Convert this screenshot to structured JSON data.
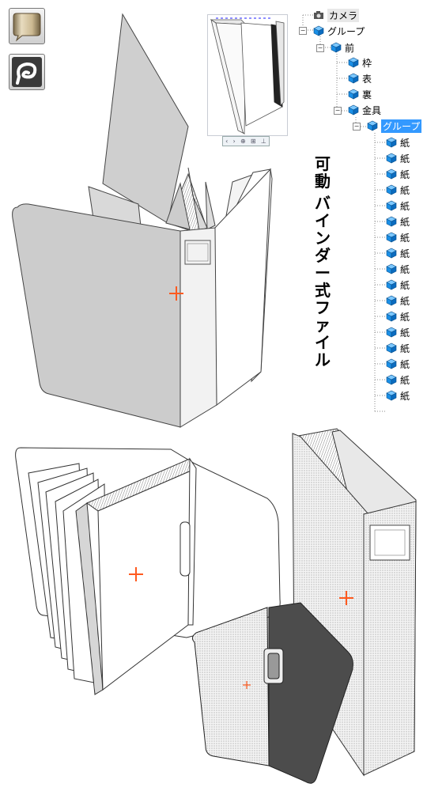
{
  "tree": {
    "camera": "カメラ",
    "group": "グループ",
    "front": "前",
    "frame": "枠",
    "face": "表",
    "back": "裏",
    "metal": "金具",
    "sub_group": "グループ",
    "papers": [
      "紙",
      "紙",
      "紙",
      "紙",
      "紙",
      "紙",
      "紙",
      "紙",
      "紙",
      "紙",
      "紙",
      "紙",
      "紙",
      "紙",
      "紙",
      "紙",
      "紙"
    ]
  },
  "title_chars": [
    "可",
    "動",
    "バ",
    "イ",
    "ン",
    "ダ",
    "ー",
    "式",
    "フ",
    "ァ",
    "イ",
    "ル"
  ],
  "preview_nav": [
    "‹",
    "›",
    "⊕",
    "⊞",
    "⊥"
  ],
  "colors": {
    "cube_blue": "#1a8fe6",
    "selection": "#3399ff",
    "crosshair": "#ff5a1f",
    "cover_gray": "#cccccc",
    "dark_cover": "#4a4a4a"
  }
}
